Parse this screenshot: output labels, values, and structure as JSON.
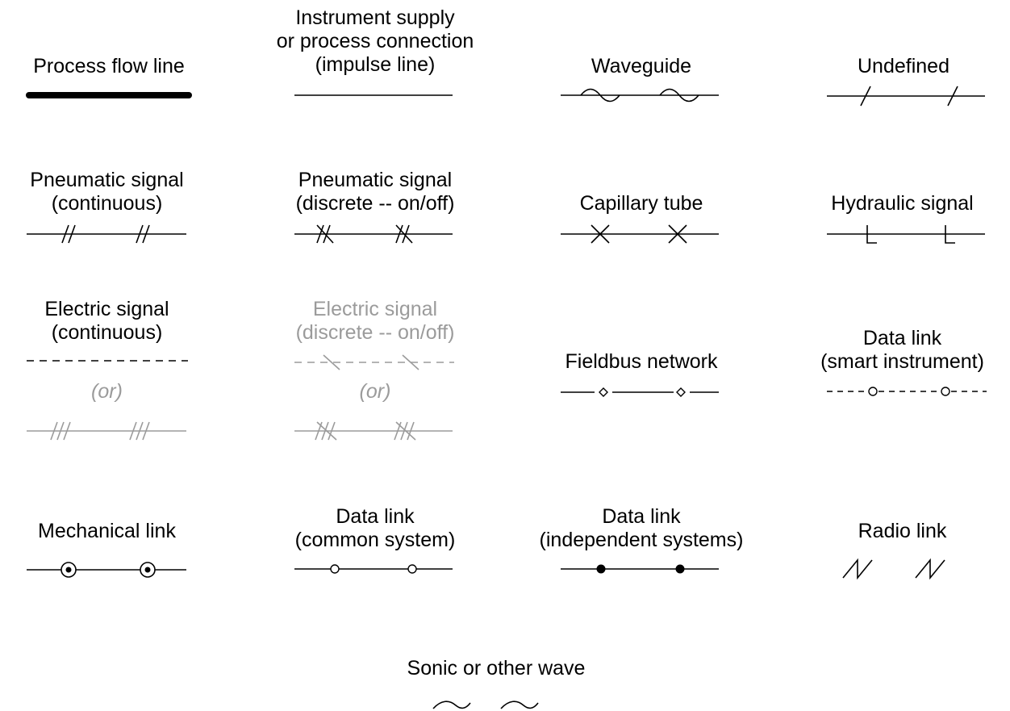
{
  "legend": {
    "process_flow": {
      "label": "Process flow line"
    },
    "instrument_supply": {
      "line1": "Instrument supply",
      "line2": "or process connection",
      "line3": "(impulse line)"
    },
    "waveguide": {
      "label": "Waveguide"
    },
    "undefined": {
      "label": "Undefined"
    },
    "pneumatic_continuous": {
      "line1": "Pneumatic signal",
      "line2": "(continuous)"
    },
    "pneumatic_discrete": {
      "line1": "Pneumatic signal",
      "line2": "(discrete -- on/off)"
    },
    "capillary": {
      "label": "Capillary tube"
    },
    "hydraulic": {
      "label": "Hydraulic signal"
    },
    "electric_continuous": {
      "line1": "Electric signal",
      "line2": "(continuous)",
      "or": "(or)"
    },
    "electric_discrete": {
      "line1": "Electric signal",
      "line2": "(discrete -- on/off)",
      "or": "(or)"
    },
    "fieldbus": {
      "label": "Fieldbus network"
    },
    "data_link_smart": {
      "line1": "Data link",
      "line2": "(smart instrument)"
    },
    "mechanical": {
      "label": "Mechanical link"
    },
    "data_link_common": {
      "line1": "Data link",
      "line2": "(common system)"
    },
    "data_link_independent": {
      "line1": "Data link",
      "line2": "(independent systems)"
    },
    "radio": {
      "label": "Radio link"
    },
    "sonic": {
      "label": "Sonic or other wave"
    }
  },
  "colors": {
    "ink": "#000000",
    "greyed_out": "#9b9b9b",
    "background": "#ffffff"
  }
}
